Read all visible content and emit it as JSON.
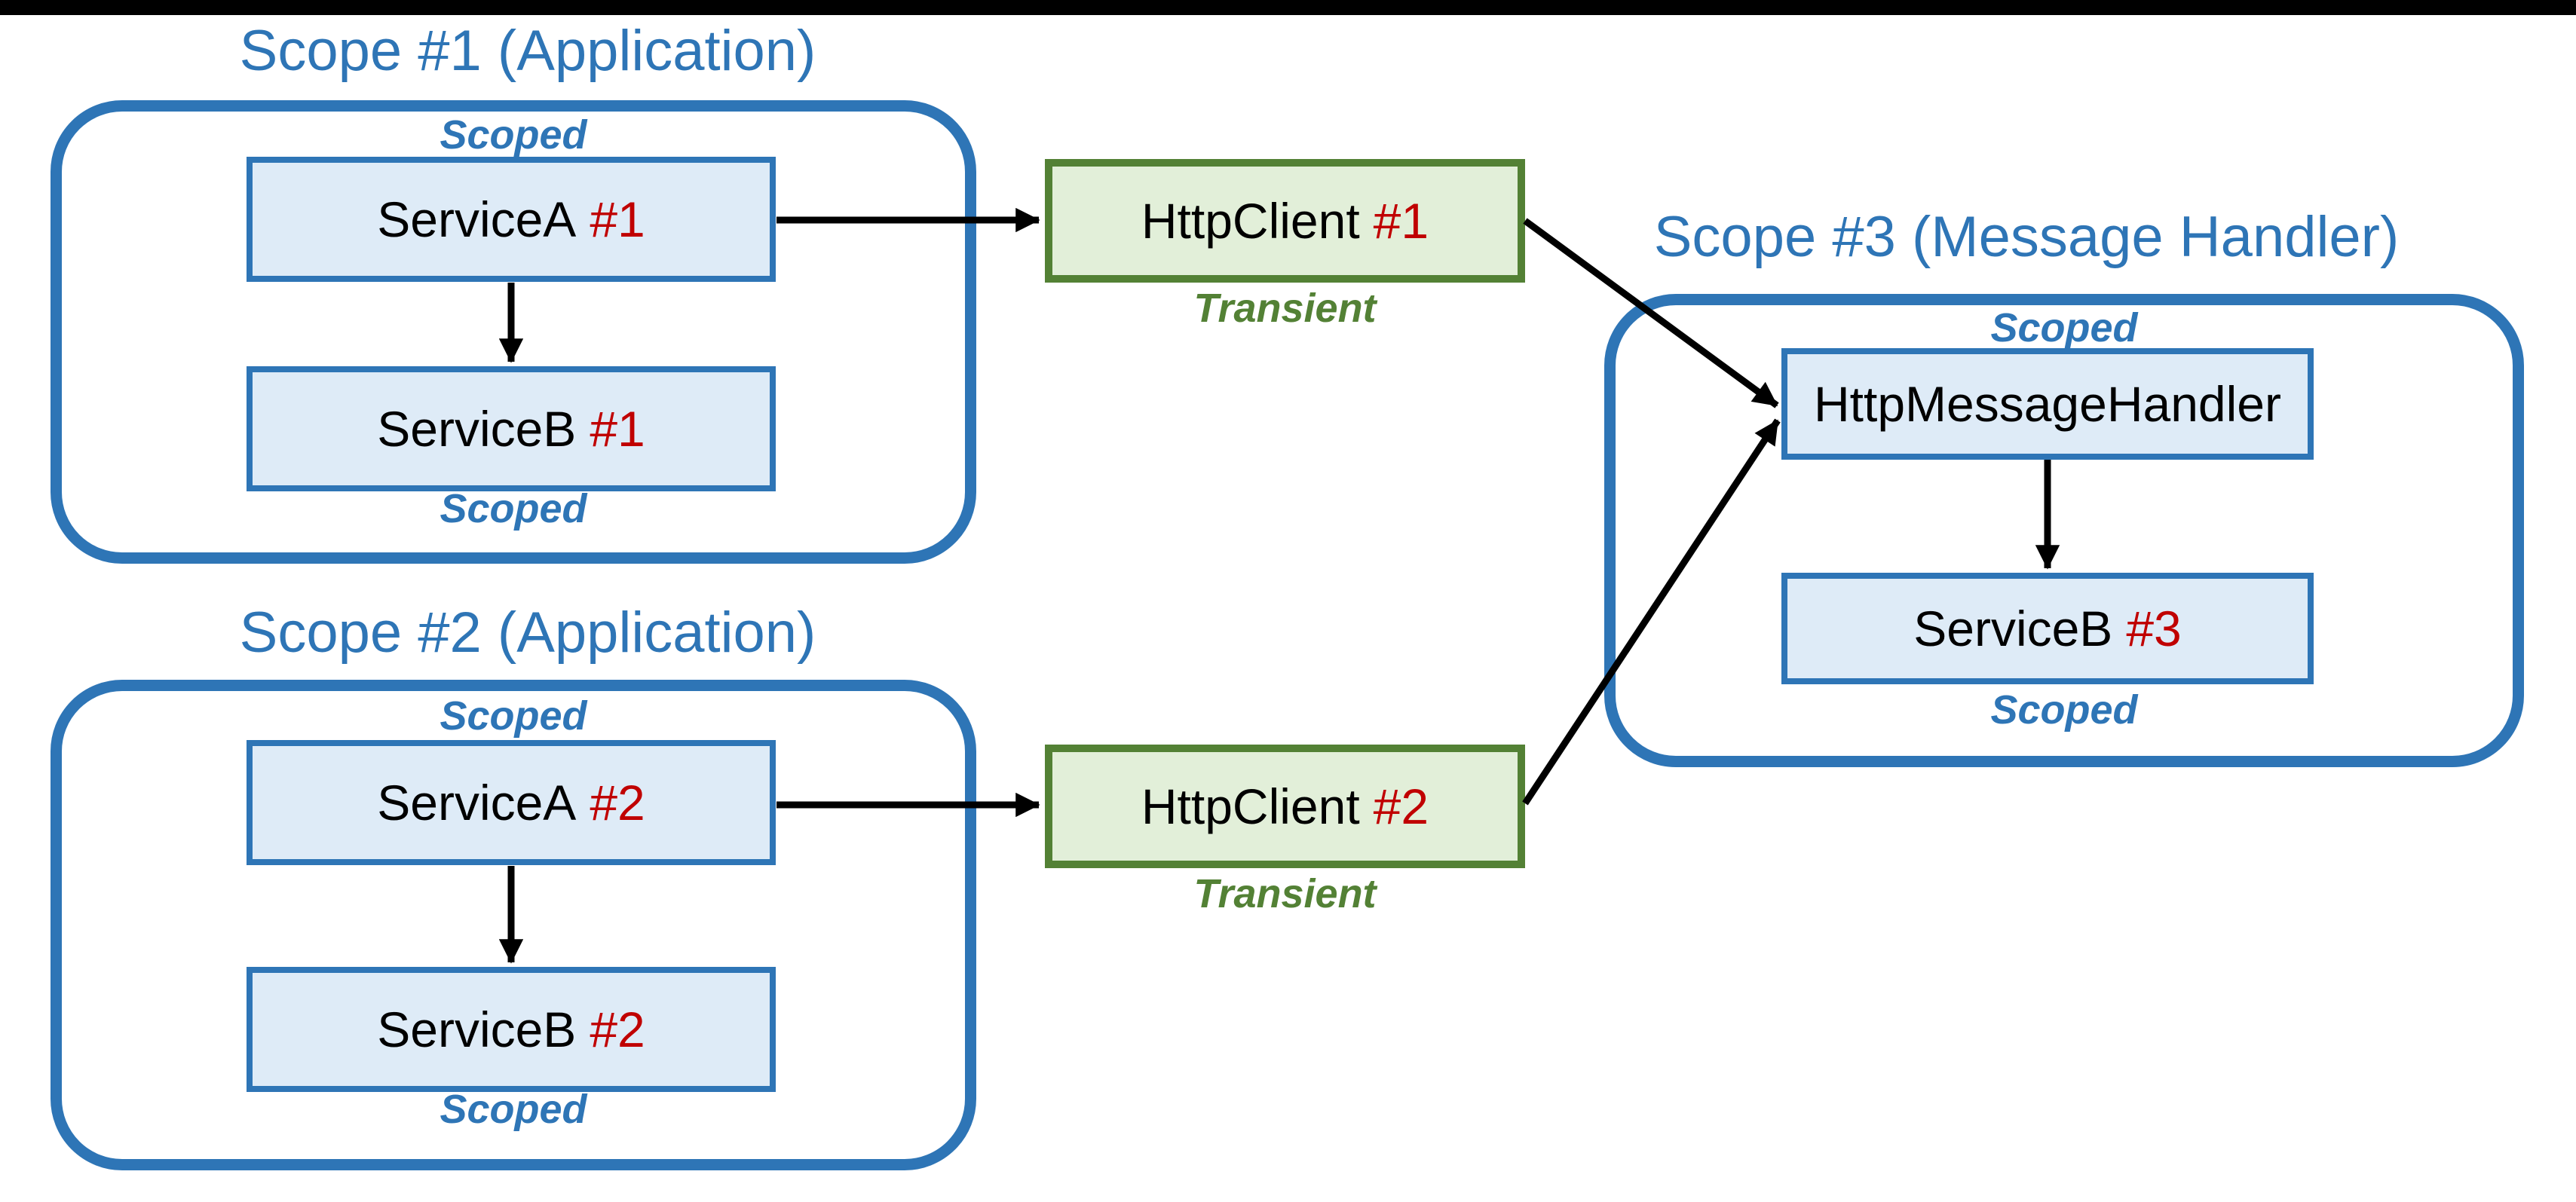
{
  "colors": {
    "scope_border_blue": "#2E75B6",
    "title_blue": "#2E75B6",
    "box_fill_blue": "#DEEBF7",
    "box_border_blue": "#2E75B6",
    "box_fill_green": "#E2EFD9",
    "box_border_green": "#538135",
    "transient_green": "#538135",
    "instance_red": "#C00000",
    "arrow_black": "#000000",
    "letterbox_black": "#000000"
  },
  "scopes": {
    "scope1": {
      "title": "Scope #1 (Application)",
      "top_label": "Scoped",
      "bottom_label": "Scoped"
    },
    "scope2": {
      "title": "Scope #2 (Application)",
      "top_label": "Scoped",
      "bottom_label": "Scoped"
    },
    "scope3": {
      "title": "Scope #3 (Message Handler)",
      "top_label": "Scoped",
      "bottom_label": "Scoped"
    }
  },
  "nodes": {
    "serviceA1": {
      "label": "ServiceA",
      "instance": "#1"
    },
    "serviceB1": {
      "label": "ServiceB",
      "instance": "#1"
    },
    "serviceA2": {
      "label": "ServiceA",
      "instance": "#2"
    },
    "serviceB2": {
      "label": "ServiceB",
      "instance": "#2"
    },
    "httpClient1": {
      "label": "HttpClient",
      "instance": "#1",
      "lifetime": "Transient"
    },
    "httpClient2": {
      "label": "HttpClient",
      "instance": "#2",
      "lifetime": "Transient"
    },
    "httpMessageHandler": {
      "label": "HttpMessageHandler",
      "instance": ""
    },
    "serviceB3": {
      "label": "ServiceB",
      "instance": "#3"
    }
  },
  "edges": [
    {
      "from": "serviceA1",
      "to": "serviceB1"
    },
    {
      "from": "serviceA1",
      "to": "httpClient1"
    },
    {
      "from": "httpClient1",
      "to": "httpMessageHandler"
    },
    {
      "from": "serviceA2",
      "to": "serviceB2"
    },
    {
      "from": "serviceA2",
      "to": "httpClient2"
    },
    {
      "from": "httpClient2",
      "to": "httpMessageHandler"
    },
    {
      "from": "httpMessageHandler",
      "to": "serviceB3"
    }
  ]
}
